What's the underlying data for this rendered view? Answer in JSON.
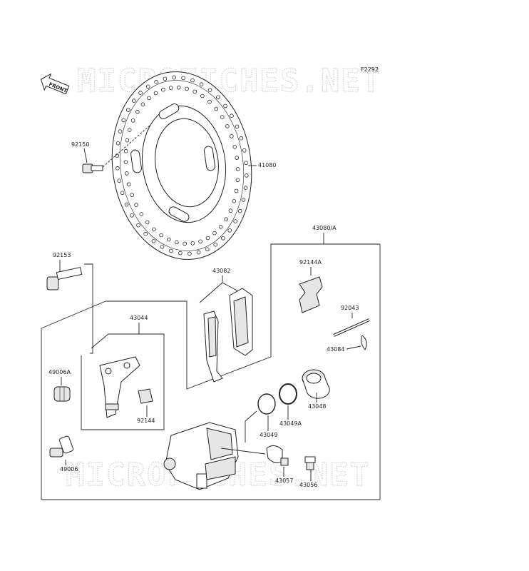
{
  "diagram_code": "F2292",
  "front_label": "FRONT",
  "watermark": "MICROFICHES.NET",
  "parts": {
    "disc": "41080",
    "disc_bolt": "92150",
    "caliper_assy": "43080/A",
    "pad_spring": "92144A",
    "pads": "43082",
    "pin": "92043",
    "clip": "43084",
    "bolt": "92153",
    "bracket": "43044",
    "boot_a": "49006A",
    "bracket_spring": "92144",
    "piston": "43048",
    "seal_a": "43049A",
    "seal": "43049",
    "boot": "49006",
    "bleeder_cap": "43057",
    "bleeder": "43056"
  }
}
